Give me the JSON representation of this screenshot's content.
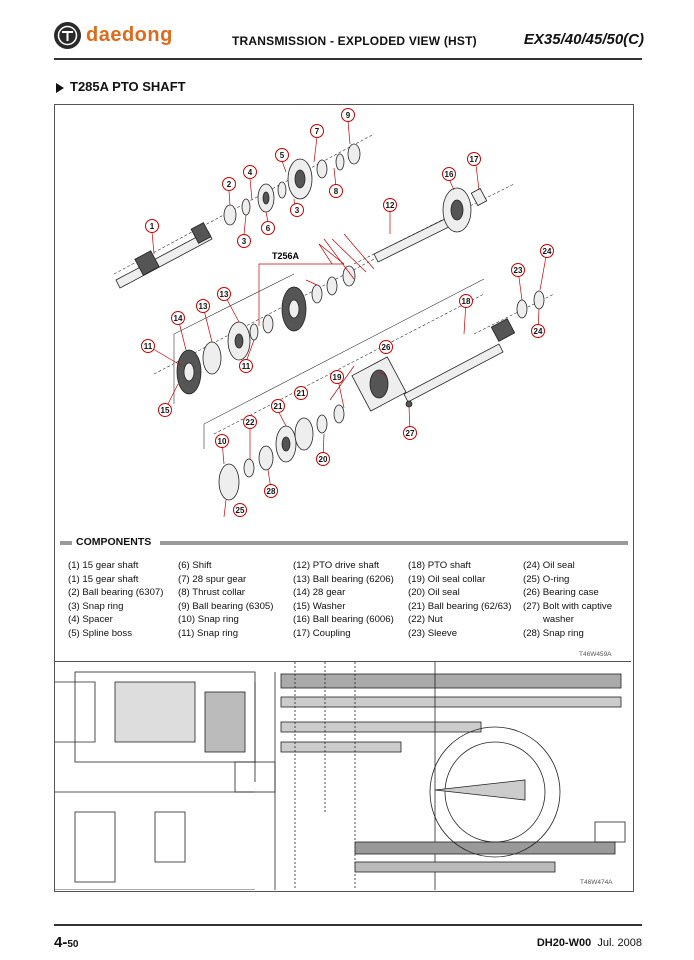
{
  "header": {
    "brand": "daedong",
    "title": "TRANSMISSION - EXPLODED VIEW (HST)",
    "model": "EX35/40/45/50(C)"
  },
  "section_title": "T285A PTO SHAFT",
  "diagram": {
    "group_label": "T256A",
    "callouts": [
      "1",
      "2",
      "3",
      "4",
      "5",
      "6",
      "7",
      "8",
      "9",
      "10",
      "11",
      "12",
      "13",
      "14",
      "15",
      "16",
      "17",
      "18",
      "19",
      "20",
      "21",
      "22",
      "23",
      "24",
      "25",
      "26",
      "27",
      "28"
    ]
  },
  "components": {
    "heading": "COMPONENTS",
    "col1": [
      "(1) 15 gear shaft",
      "(1) 15 gear shaft",
      "(2) Ball bearing (6307)",
      "(3) Snap ring",
      "(4) Spacer",
      "(5) Spline boss"
    ],
    "col2": [
      "(6) Shift",
      "(7) 28 spur gear",
      "(8) Thrust collar",
      "(9) Ball bearing (6305)",
      "(10) Snap ring",
      "(11) Snap ring"
    ],
    "col3": [
      "(12) PTO drive shaft",
      "(13) Ball bearing (6206)",
      "(14) 28 gear",
      "(15) Washer",
      "(16) Ball bearing (6006)",
      "(17) Coupling"
    ],
    "col4": [
      "(18) PTO shaft",
      "(19) Oil seal collar",
      "(20) Oil seal",
      "(21) Ball bearing (62/63)",
      "(22) Nut",
      "(23) Sleeve"
    ],
    "col5": [
      "(24) Oil seal",
      "(25) O-ring",
      "(26) Bearing case",
      "(27) Bolt with captive",
      "washer",
      "(28) Snap ring"
    ]
  },
  "figure_refs": {
    "top": "T46W459A",
    "bottom": "T46W474A"
  },
  "footer": {
    "page_main": "4-",
    "page_sub": "50",
    "doc_code": "DH20-W00",
    "date": "Jul. 2008"
  }
}
